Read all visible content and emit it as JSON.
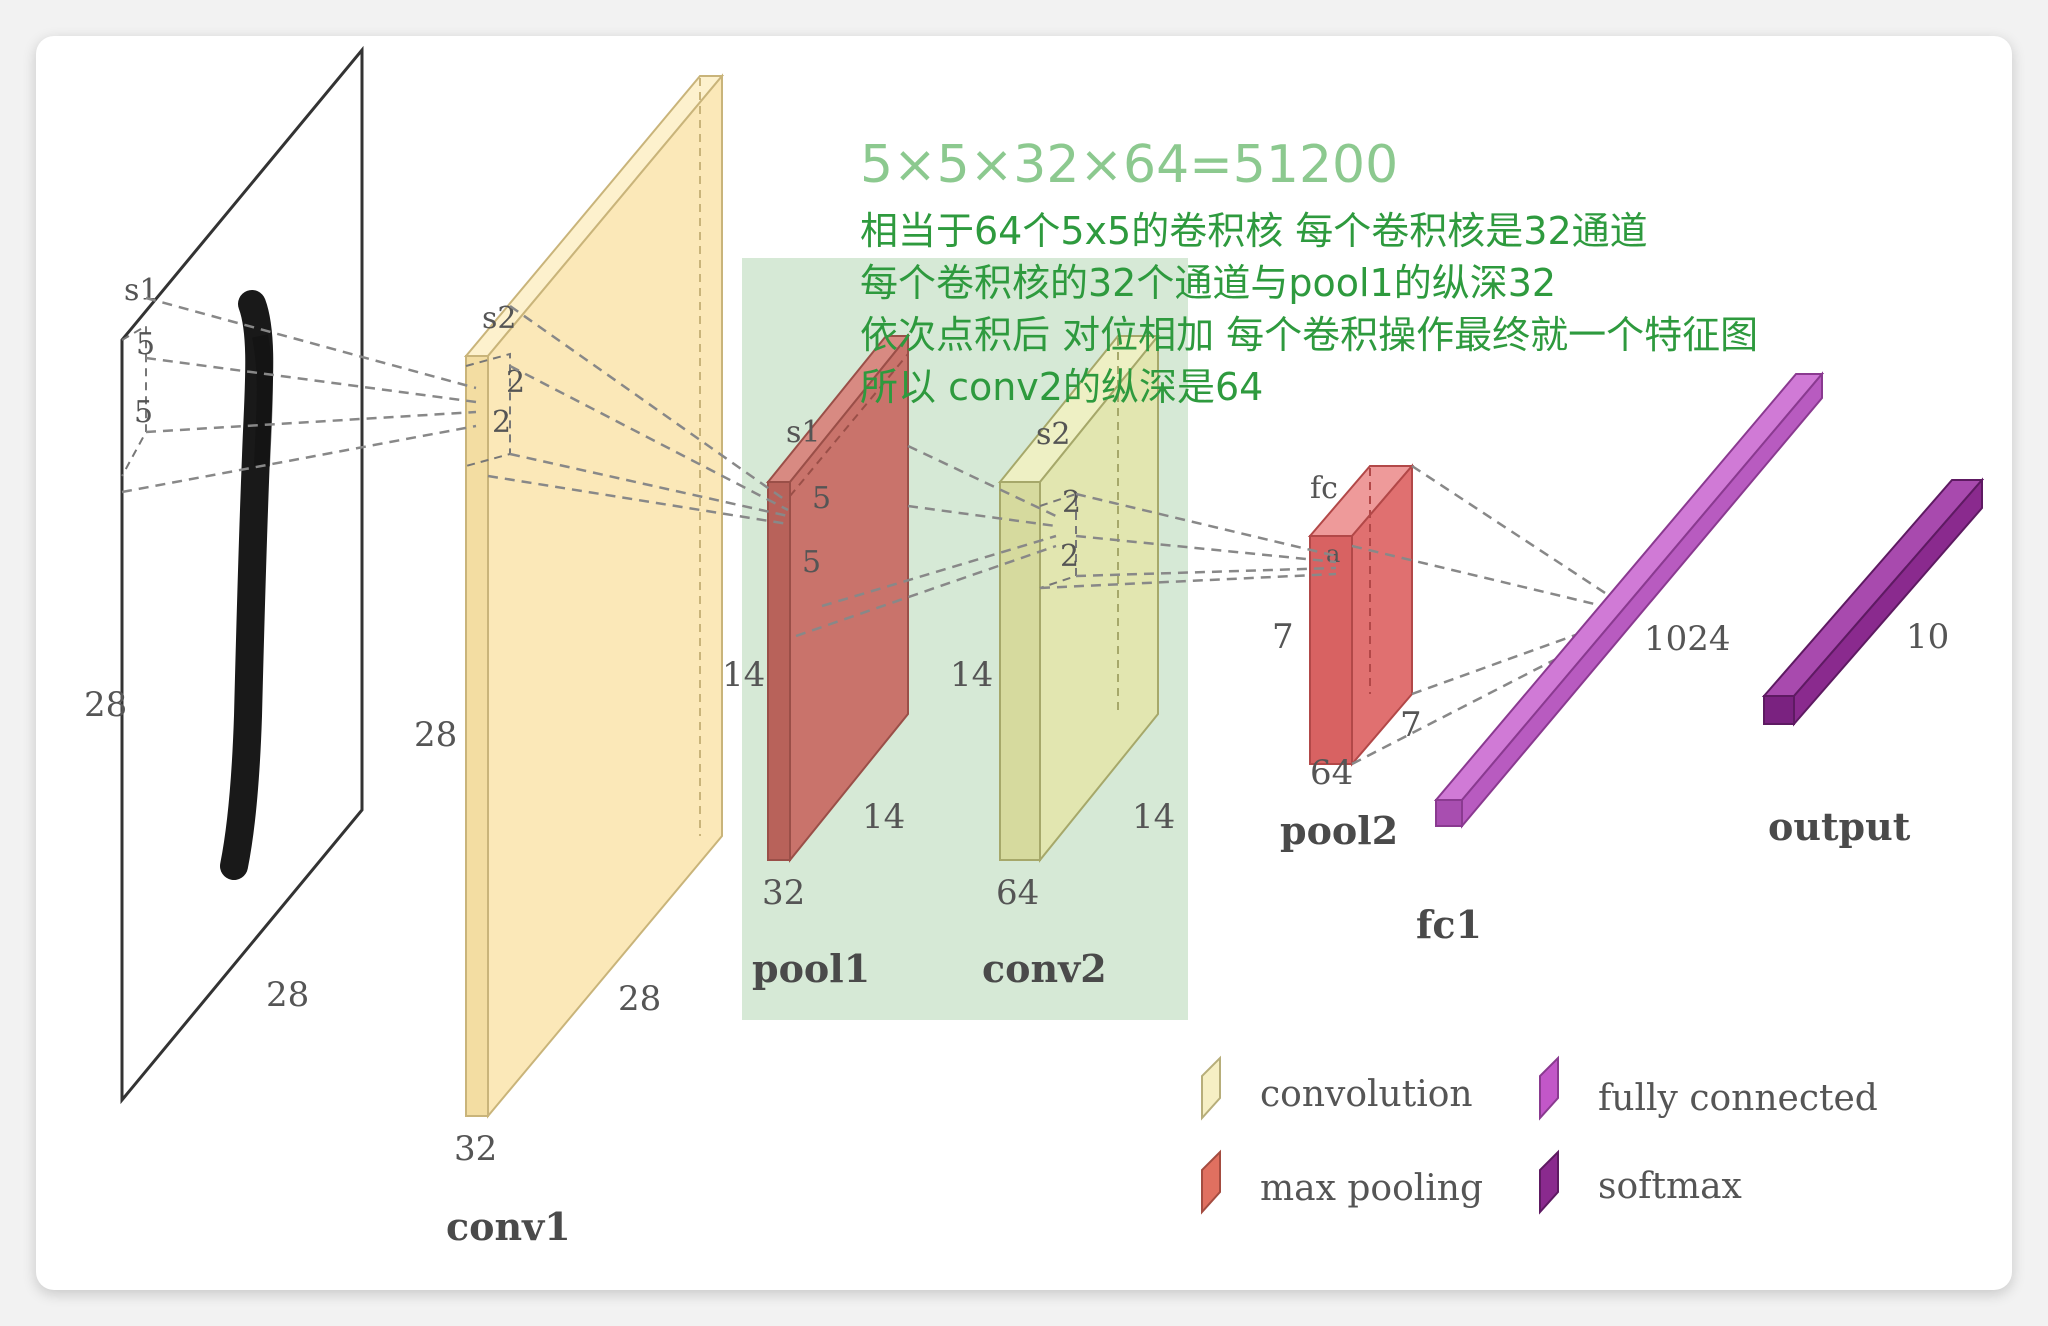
{
  "annotation": {
    "formula": "5×5×32×64=51200",
    "lines": [
      "相当于64个5x5的卷积核 每个卷积核是32通道",
      "每个卷积核的32个通道与pool1的纵深32",
      "依次点积后 对位相加 每个卷积操作最终就一个特征图",
      "所以 conv2的纵深是64"
    ]
  },
  "layers": {
    "input": {
      "height": "28",
      "width": "28",
      "stride": "s1",
      "k1": "5",
      "k2": "5"
    },
    "conv1": {
      "name": "conv1",
      "height": "28",
      "width": "28",
      "depth": "32",
      "stride": "s2",
      "k1": "2",
      "k2": "2"
    },
    "pool1": {
      "name": "pool1",
      "height": "14",
      "width": "14",
      "depth": "32",
      "stride": "s1",
      "k1": "5",
      "k2": "5"
    },
    "conv2": {
      "name": "conv2",
      "height": "14",
      "width": "14",
      "depth": "64",
      "stride": "s2",
      "k1": "2",
      "k2": "2"
    },
    "pool2": {
      "name": "pool2",
      "height": "7",
      "width": "7",
      "depth": "64",
      "stride": "fc",
      "k1": "a"
    },
    "fc1": {
      "name": "fc1",
      "size": "1024"
    },
    "output": {
      "name": "output",
      "size": "10"
    }
  },
  "legend": [
    {
      "label": "convolution",
      "color": "#f6efc4"
    },
    {
      "label": "max pooling",
      "color": "#e07060"
    },
    {
      "label": "fully connected",
      "color": "#c257c8"
    },
    {
      "label": "softmax",
      "color": "#8a2a8e"
    }
  ],
  "colors": {
    "highlight": "#c8e2c8",
    "conv1_fill": "#fbe8b8",
    "pool1_fill": "#c9736b",
    "conv2_fill": "#e2e6b0",
    "pool2_fill": "#e07070",
    "fc_fill": "#b85bc0",
    "annotation_text": "#2e9a3e"
  }
}
